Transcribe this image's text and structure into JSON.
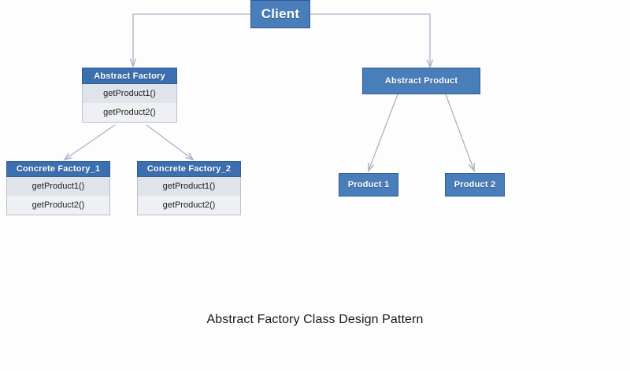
{
  "diagram": {
    "caption": "Abstract Factory Class Design Pattern",
    "colors": {
      "box_fill": "#4a7ebb",
      "box_border": "#2f5c93",
      "header_fill": "#3c6fb0",
      "method_row_alt": "#dfe3ea",
      "method_row_plain": "#eef0f4",
      "connector": "#a8b3c4",
      "background": "#fdfdfe",
      "text_light": "#ffffff",
      "text_dark": "#1f1f1f"
    },
    "nodes": {
      "client": {
        "label": "Client",
        "type": "solid"
      },
      "abstract_factory": {
        "label": "Abstract Factory",
        "type": "class",
        "methods": [
          "getProduct1()",
          "getProduct2()"
        ]
      },
      "abstract_product": {
        "label": "Abstract Product",
        "type": "solid"
      },
      "concrete_factory_1": {
        "label": "Concrete Factory_1",
        "type": "class",
        "methods": [
          "getProduct1()",
          "getProduct2()"
        ]
      },
      "concrete_factory_2": {
        "label": "Concrete Factory_2",
        "type": "class",
        "methods": [
          "getProduct1()",
          "getProduct2()"
        ]
      },
      "product_1": {
        "label": "Product 1",
        "type": "solid"
      },
      "product_2": {
        "label": "Product 2",
        "type": "solid"
      }
    },
    "edges": [
      {
        "name": "client-to-abstract-factory",
        "from": "client",
        "to": "abstract_factory",
        "style": "elbow",
        "arrow": true
      },
      {
        "name": "client-to-abstract-product",
        "from": "client",
        "to": "abstract_product",
        "style": "elbow",
        "arrow": true
      },
      {
        "name": "abstract-factory-to-concrete-factory-1",
        "from": "abstract_factory",
        "to": "concrete_factory_1",
        "style": "diagonal",
        "arrow": true
      },
      {
        "name": "abstract-factory-to-concrete-factory-2",
        "from": "abstract_factory",
        "to": "concrete_factory_2",
        "style": "diagonal",
        "arrow": true
      },
      {
        "name": "abstract-product-to-product-1",
        "from": "abstract_product",
        "to": "product_1",
        "style": "diagonal",
        "arrow": true
      },
      {
        "name": "abstract-product-to-product-2",
        "from": "abstract_product",
        "to": "product_2",
        "style": "diagonal",
        "arrow": true
      }
    ]
  }
}
